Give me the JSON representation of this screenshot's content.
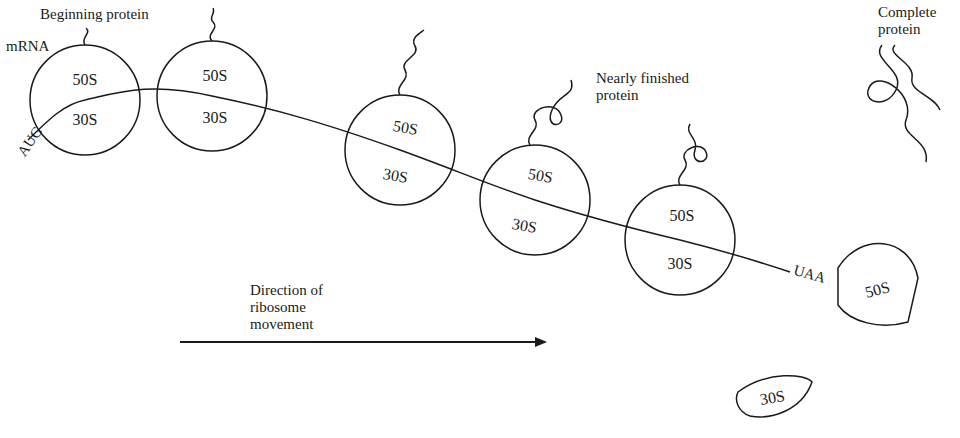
{
  "diagram": {
    "nodes": [
      {
        "text": [
          "50S"
        ]
      },
      {
        "text": [
          "30S"
        ]
      },
      {
        "text": [
          "50S"
        ]
      },
      {
        "text": [
          "30S"
        ]
      },
      {
        "text": [
          "50S"
        ]
      },
      {
        "text": [
          "30S"
        ]
      },
      {
        "text": [
          "50S"
        ]
      },
      {
        "text": [
          "30S"
        ]
      },
      {
        "text": [
          "50S"
        ]
      },
      {
        "text": [
          "30S"
        ]
      },
      {
        "text": [
          "50S"
        ]
      },
      {
        "text": [
          "30S"
        ]
      }
    ],
    "labels": [
      "Beginning protein",
      "mRNA",
      "AUG",
      "Direction of ribosome movement",
      "Nearly finished protein",
      "UAA",
      "Complete protein"
    ]
  }
}
